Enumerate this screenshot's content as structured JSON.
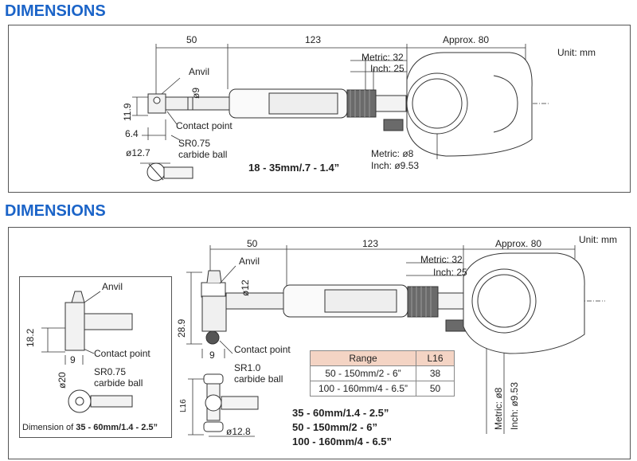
{
  "colors": {
    "title": "#1b64c8",
    "table_header": "#f4d4c4",
    "knurl": "#5a5a5a"
  },
  "section1": {
    "title": "DIMENSIONS",
    "unit": "Unit: mm",
    "dim_50": "50",
    "dim_123": "123",
    "approx": "Approx. 80",
    "metric32": "Metric: 32",
    "inch25": "Inch: 25",
    "anvil": "Anvil",
    "phi9": "ø9",
    "h119": "11.9",
    "contact": "Contact point",
    "d64": "6.4",
    "sr": "SR0.75",
    "ball": "carbide ball",
    "phi127": "ø12.7",
    "range": "18 - 35mm/.7 - 1.4”",
    "metric8": "Metric: ø8",
    "inch953": "Inch: ø9.53"
  },
  "section2": {
    "title": "DIMENSIONS",
    "unit": "Unit: mm",
    "dim_50": "50",
    "dim_123": "123",
    "approx": "Approx. 80",
    "metric32": "Metric: 32",
    "inch25": "Inch: 25",
    "anvil": "Anvil",
    "phi12": "ø12",
    "h289": "28.9",
    "d9": "9",
    "contact": "Contact point",
    "sr": "SR1.0",
    "ball": "carbide ball",
    "l16": "L16",
    "phi128": "ø12.8",
    "metric8": "Metric: ø8",
    "inch953": "Inch: ø9.53",
    "ranges": [
      "35 - 60mm/1.4 - 2.5”",
      "50 - 150mm/2 - 6”",
      "100 - 160mm/4 - 6.5”"
    ],
    "table": {
      "headers": [
        "Range",
        "L16"
      ],
      "rows": [
        [
          "50 - 150mm/2 - 6”",
          "38"
        ],
        [
          "100 - 160mm/4 - 6.5”",
          "50"
        ]
      ]
    },
    "inset": {
      "anvil": "Anvil",
      "h182": "18.2",
      "d9": "9",
      "contact": "Contact point",
      "sr": "SR0.75",
      "ball": "carbide ball",
      "phi20": "ø20",
      "caption_prefix": "Dimension of ",
      "caption_bold": "35 - 60mm/1.4 - 2.5”"
    }
  }
}
